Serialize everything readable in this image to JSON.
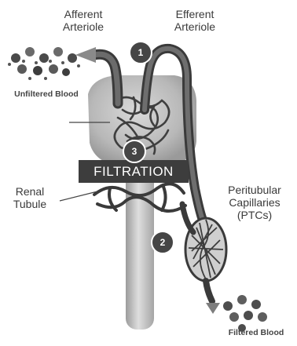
{
  "labels": {
    "afferent": "Afferent\nArteriole",
    "efferent": "Efferent\nArteriole",
    "unfiltered": "Unfiltered Blood",
    "filtration": "FILTRATION",
    "renal": "Renal\nTubule",
    "ptc": "Peritubular\nCapillaries\n(PTCs)",
    "filtered": "Filtered Blood"
  },
  "steps": [
    "1",
    "2",
    "3"
  ]
}
